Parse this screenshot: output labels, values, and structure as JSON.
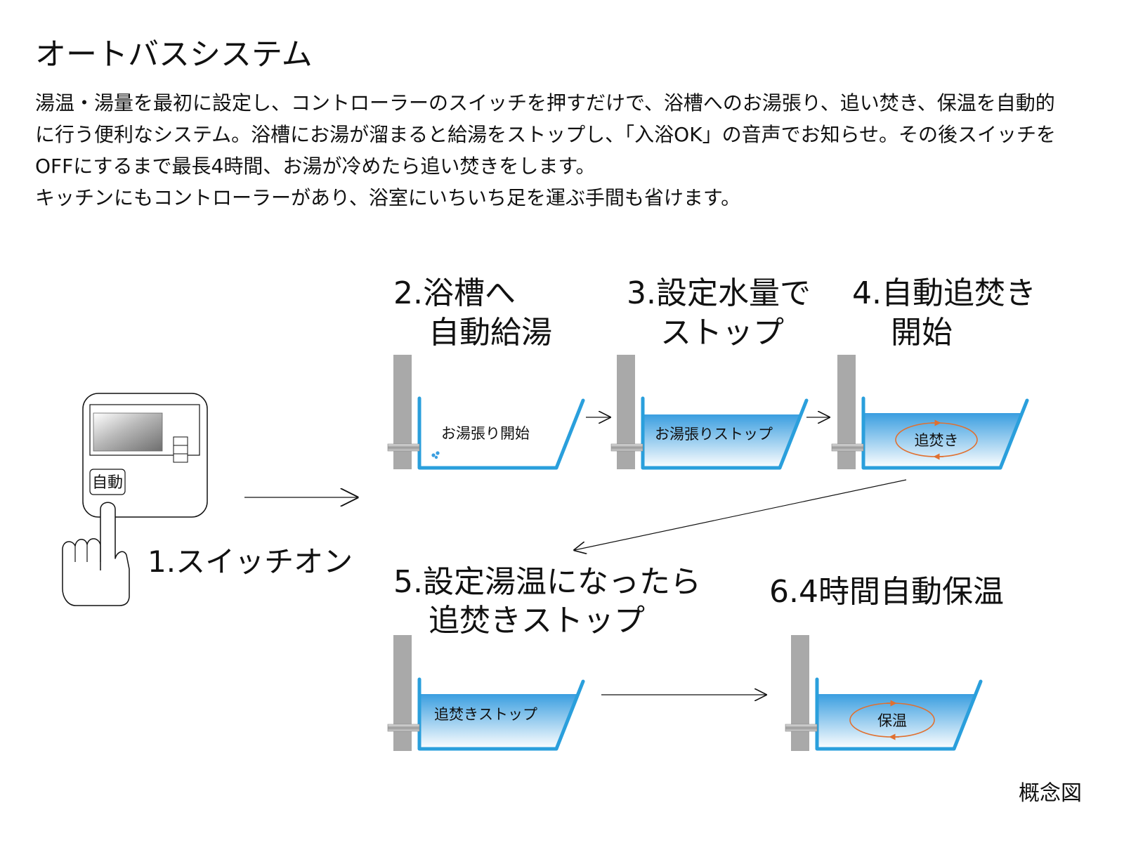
{
  "title": "オートバスシステム",
  "description": [
    "湯温・湯量を最初に設定し、コントローラーのスイッチを押すだけで、浴槽へのお湯張り、追い焚き、保温を自動的",
    "に行う便利なシステム。浴槽にお湯が溜まると給湯をストップし、「入浴OK」の音声でお知らせ。その後スイッチを",
    "OFFにするまで最長4時間、お湯が冷めたら追い焚きをします。",
    "キッチンにもコントローラーがあり、浴室にいちいち足を運ぶ手間も省けます。"
  ],
  "controller": {
    "button_label": "自動"
  },
  "steps": [
    {
      "line1": "1.スイッチオン",
      "line2": ""
    },
    {
      "line1": "2.浴槽へ",
      "line2": "自動給湯",
      "tub_label": "お湯張り開始"
    },
    {
      "line1": "3.設定水量で",
      "line2": "ストップ",
      "tub_label": "お湯張りストップ"
    },
    {
      "line1": "4.自動追焚き",
      "line2": "開始",
      "tub_label": "追焚き"
    },
    {
      "line1": "5.設定湯温になったら",
      "line2": "追焚きストップ",
      "tub_label": "追焚きストップ"
    },
    {
      "line1": "6.4時間自動保温",
      "line2": "",
      "tub_label": "保温"
    }
  ],
  "caption": "概念図",
  "colors": {
    "water_blue": "#2a9fdc",
    "wall_gray": "#a9a9a9",
    "heat_orange": "#e07030",
    "text": "#111111"
  }
}
